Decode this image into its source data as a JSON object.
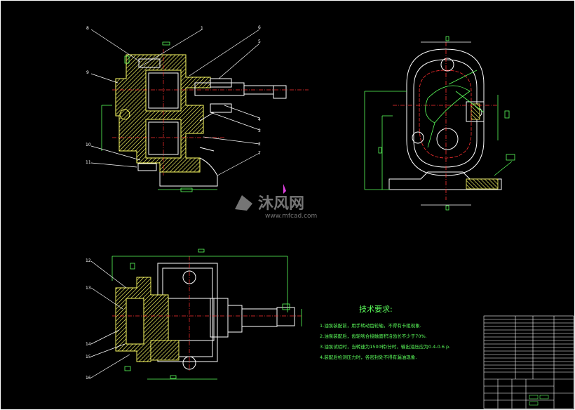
{
  "drawing": {
    "view1": {
      "callouts": [
        "8",
        "1",
        "6",
        "5",
        "9",
        "4",
        "3",
        "2",
        "7",
        "10",
        "11"
      ]
    },
    "view3": {
      "callouts": [
        "12",
        "13",
        "14",
        "15",
        "16"
      ]
    }
  },
  "tech": {
    "title": "技术要求:",
    "lines": [
      "1.油泵装配前，用手转动齿轮轴，不得有卡阻现象.",
      "2.油泵装配后，齿轮啮合接触面积沿齿长不少于70%.",
      "3.油泵试验时，当转速为1500转/分时，输出油压应为0.4-0.6 p.",
      "4.装配后检测压力时，各密封处不得有漏油现象."
    ]
  },
  "watermark": {
    "brand": "沐风网",
    "url": "www.mfcad.com"
  }
}
